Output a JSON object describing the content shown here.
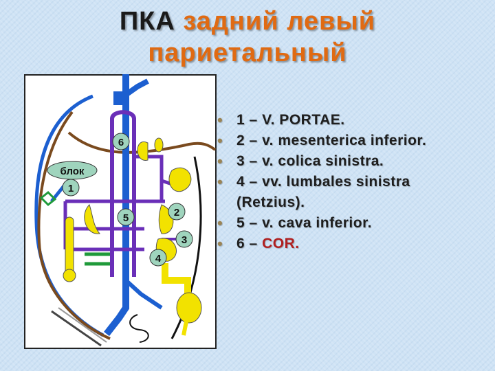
{
  "title": {
    "part1": "ПКА",
    "part2": "задний левый",
    "line2": "париетальный"
  },
  "figure": {
    "labels": {
      "n6": "6",
      "blok": "блок",
      "n1": "1",
      "n5": "5",
      "n2": "2",
      "n3": "3",
      "n4": "4"
    },
    "colors": {
      "vein_blue": "#1c5fd0",
      "portal_purple": "#6a2fb8",
      "organ_yellow": "#f2e200",
      "ureter_brown": "#7a4a1e",
      "anastomosis_green": "#1f9a3a",
      "label_bubble": "#9fd4bd"
    }
  },
  "legend": {
    "items": [
      {
        "num": "1",
        "dash": "–",
        "text": "V.  PORTAE."
      },
      {
        "num": "2",
        "dash": "–",
        "text": "v.  mesenterica  inferior."
      },
      {
        "num": "3",
        "dash": "–",
        "text": "v.  colica  sinistra."
      },
      {
        "num": "4",
        "dash": "–",
        "text": "vv.  lumbales  sinistra",
        "continuation": "(Retzius)."
      },
      {
        "num": "5",
        "dash": "–",
        "text": "v.  cava  inferior."
      },
      {
        "num": "6",
        "dash": "–",
        "text": "COR."
      }
    ],
    "colors": {
      "orange": "#e06a12",
      "dark_red": "#b02020",
      "bullet": "#9a8455"
    }
  }
}
